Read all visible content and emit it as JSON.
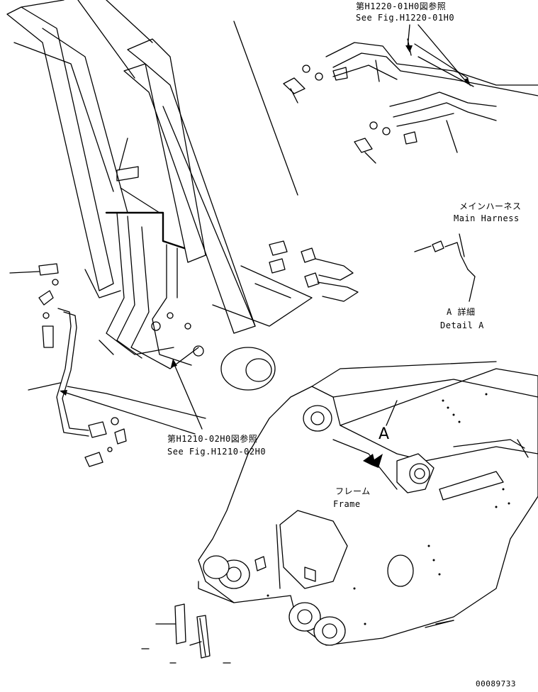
{
  "callouts": {
    "fig_h1220_jp": "第H1220-01H0図参照",
    "fig_h1220_en": "See Fig.H1220-01H0",
    "main_harness_jp": "メインハーネス",
    "main_harness_en": "Main Harness",
    "detail_a_jp": "A 詳細",
    "detail_a_en": "Detail A",
    "fig_h1210_jp": "第H1210-02H0図参照",
    "fig_h1210_en": "See Fig.H1210-02H0",
    "frame_jp": "フレーム",
    "frame_en": "Frame",
    "view_marker": "A",
    "drawing_number": "00089733"
  }
}
